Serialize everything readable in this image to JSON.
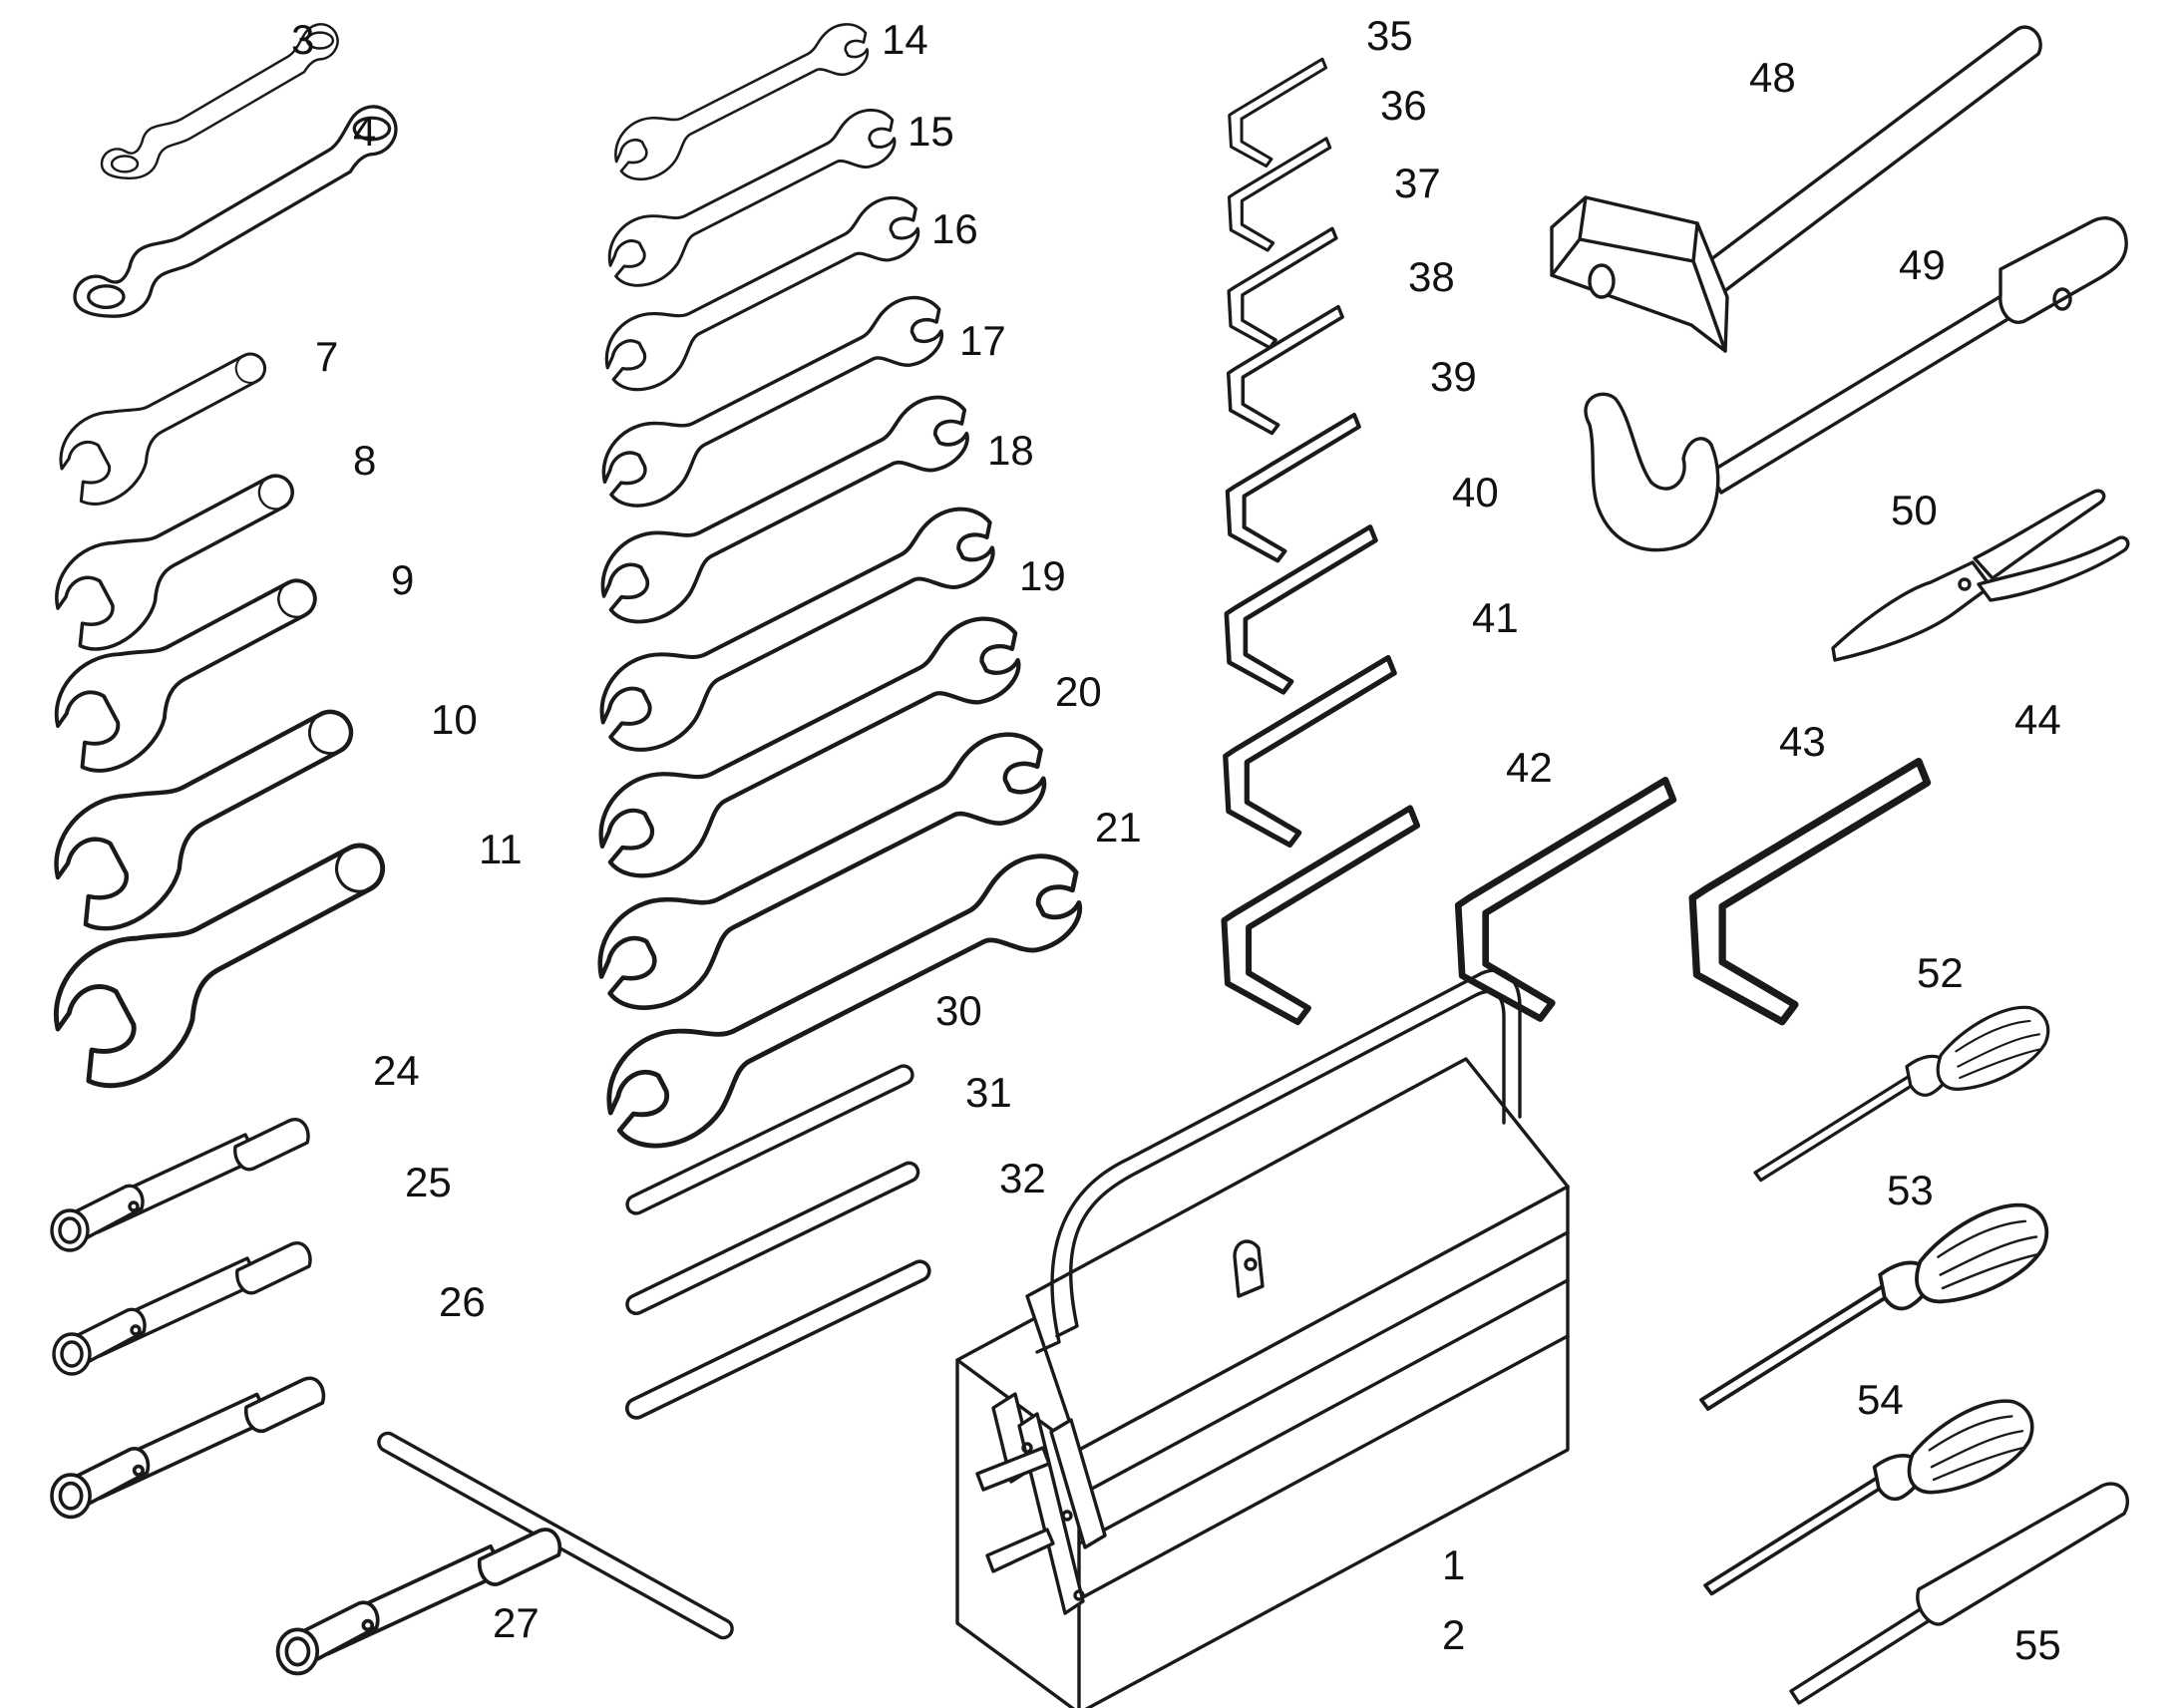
{
  "labels": {
    "l3": "3",
    "l4": "4",
    "l7": "7",
    "l8": "8",
    "l9": "9",
    "l10": "10",
    "l11": "11",
    "l14": "14",
    "l15": "15",
    "l16": "16",
    "l17": "17",
    "l18": "18",
    "l19": "19",
    "l20": "20",
    "l21": "21",
    "l24": "24",
    "l25": "25",
    "l26": "26",
    "l27": "27",
    "l30": "30",
    "l31": "31",
    "l32": "32",
    "l35": "35",
    "l36": "36",
    "l37": "37",
    "l38": "38",
    "l39": "39",
    "l40": "40",
    "l41": "41",
    "l42": "42",
    "l43": "43",
    "l44": "44",
    "l48": "48",
    "l49": "49",
    "l50": "50",
    "l52": "52",
    "l53": "53",
    "l54": "54",
    "l55": "55",
    "l1": "1",
    "l2": "2"
  }
}
